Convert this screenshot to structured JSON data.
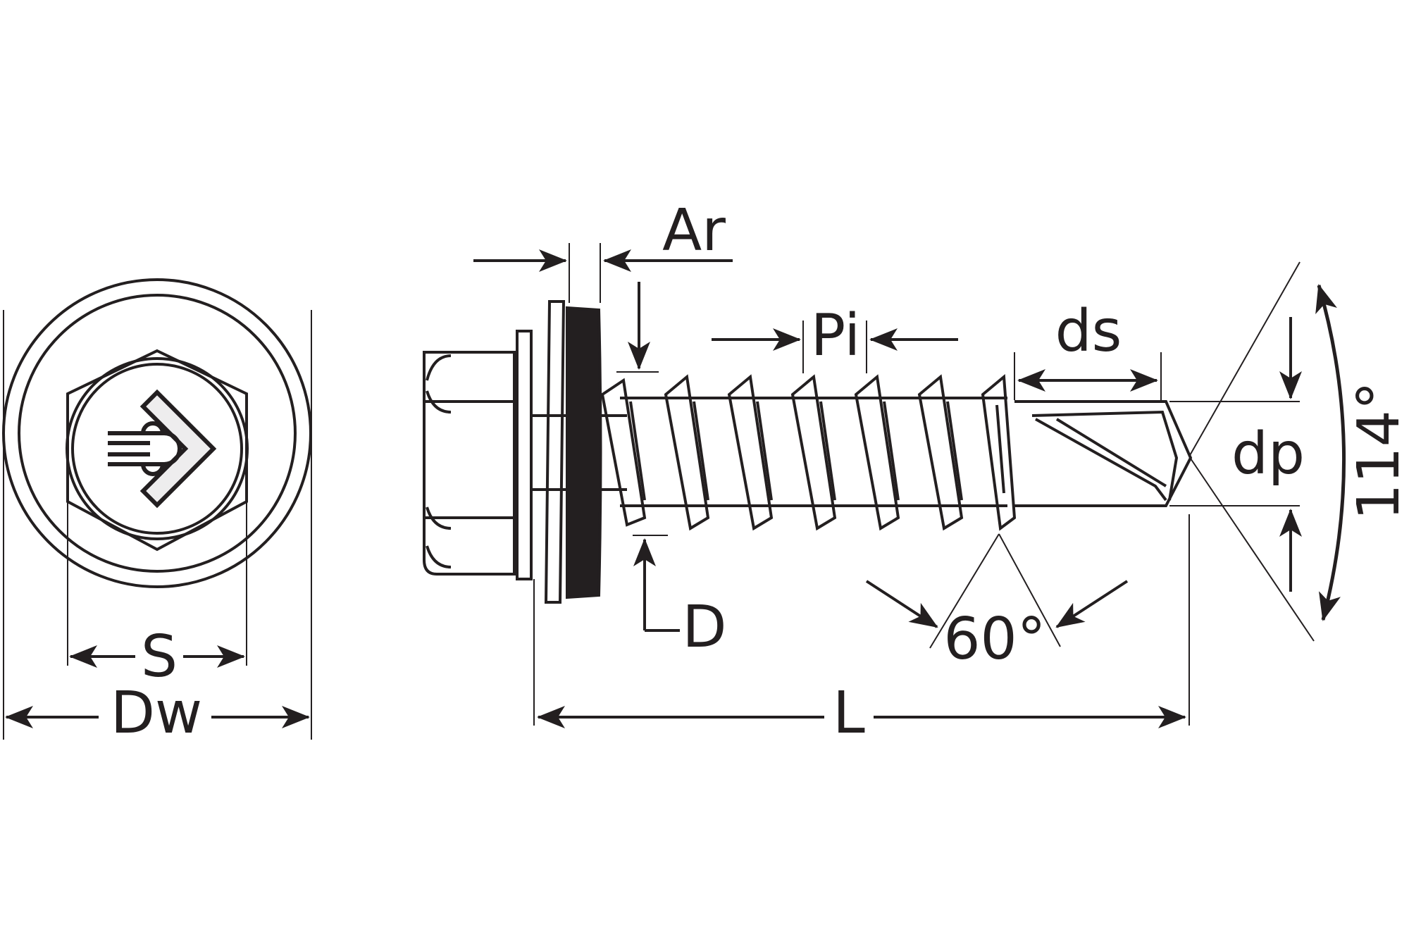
{
  "diagram": {
    "labels": {
      "s": "S",
      "dw": "Dw",
      "ar": "Ar",
      "pi": "Pi",
      "ds": "ds",
      "dp": "dp",
      "d": "D",
      "l": "L",
      "angle_thread": "60°",
      "angle_tip": "114°"
    },
    "colors": {
      "ink": "#231f20",
      "washer_seal": "#231f20",
      "background": "#ffffff"
    },
    "icons": {
      "head_logo": "brand-logo-icon"
    }
  }
}
